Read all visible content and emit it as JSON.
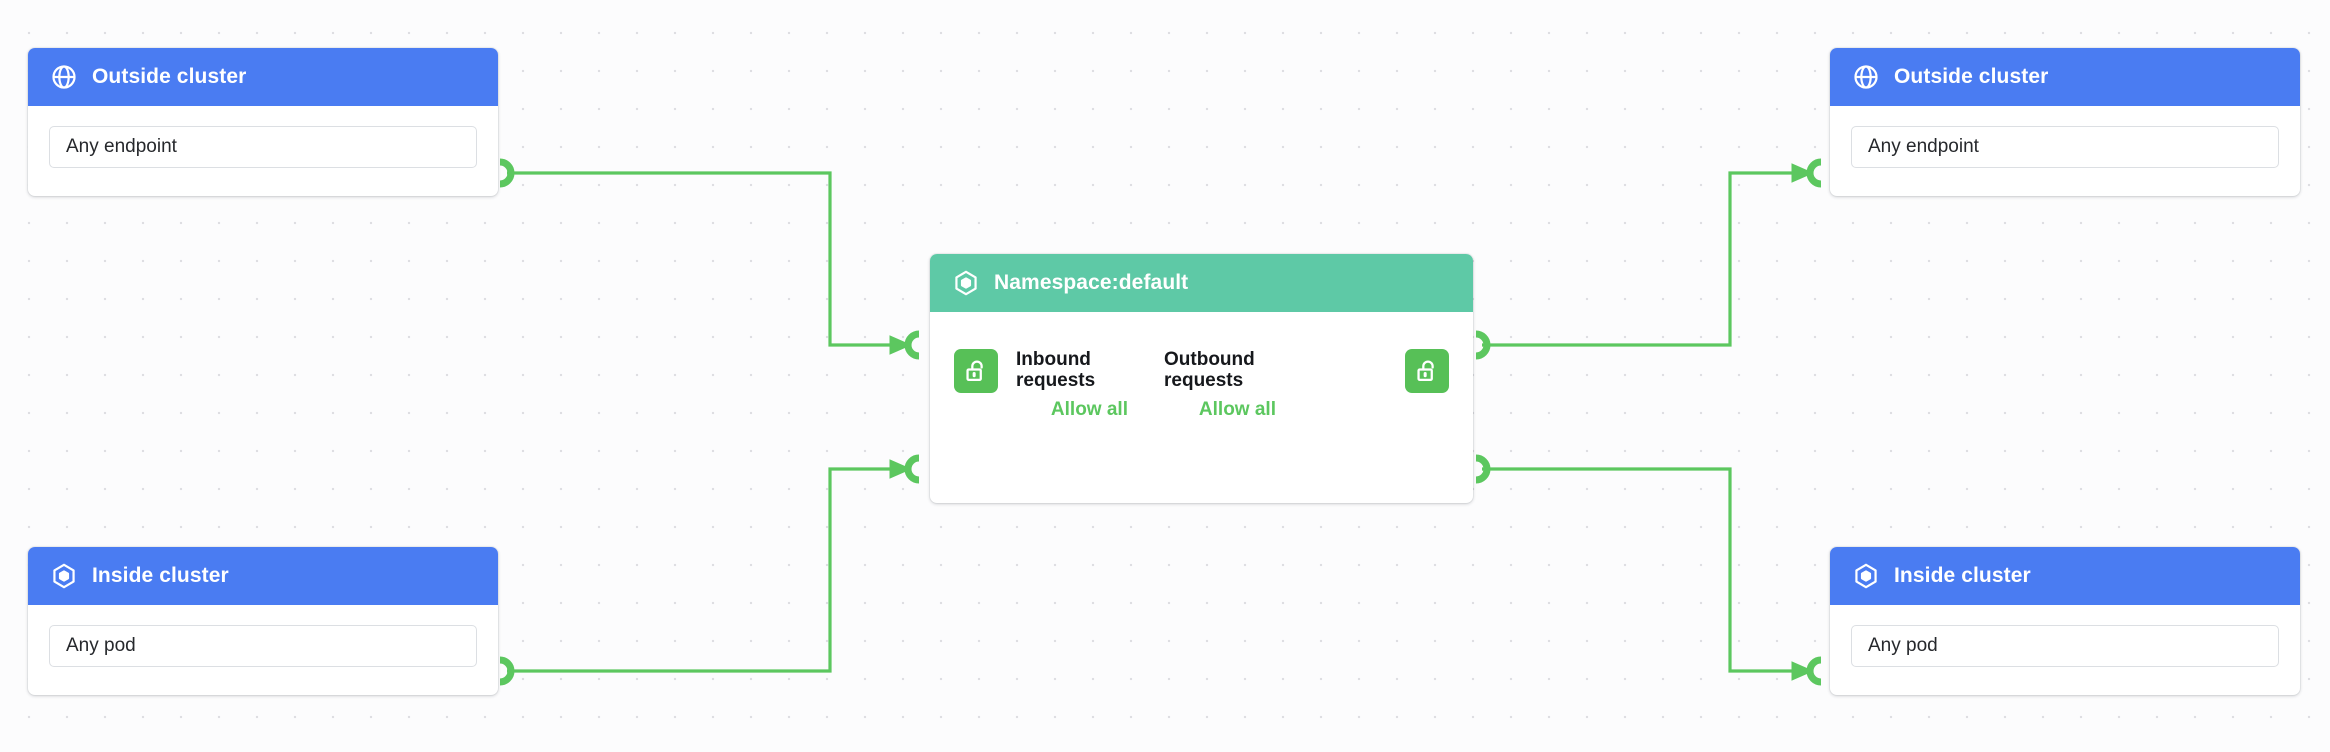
{
  "canvas": {
    "background_color": "#fcfcfd",
    "grid_dot_color": "#dedee2",
    "edge_color": "#5cc75f"
  },
  "palette": {
    "blue_header": "#4a7cf2",
    "teal_header": "#5ec9a6",
    "green_accent": "#5cc75f",
    "lock_badge": "#57c057"
  },
  "nodes": {
    "source_outside": {
      "header_title": "Outside cluster",
      "header_icon": "globe-icon",
      "field_value": "Any endpoint"
    },
    "source_inside": {
      "header_title": "Inside cluster",
      "header_icon": "kubernetes-hexagon-icon",
      "field_value": "Any pod"
    },
    "namespace": {
      "header_title": "Namespace:default",
      "header_icon": "kubernetes-hexagon-icon",
      "inbound": {
        "icon": "unlocked-padlock-icon",
        "label": "Inbound requests",
        "value": "Allow all"
      },
      "outbound": {
        "icon": "unlocked-padlock-icon",
        "label": "Outbound requests",
        "value": "Allow all"
      }
    },
    "target_outside": {
      "header_title": "Outside cluster",
      "header_icon": "globe-icon",
      "field_value": "Any endpoint"
    },
    "target_inside": {
      "header_title": "Inside cluster",
      "header_icon": "kubernetes-hexagon-icon",
      "field_value": "Any pod"
    }
  }
}
